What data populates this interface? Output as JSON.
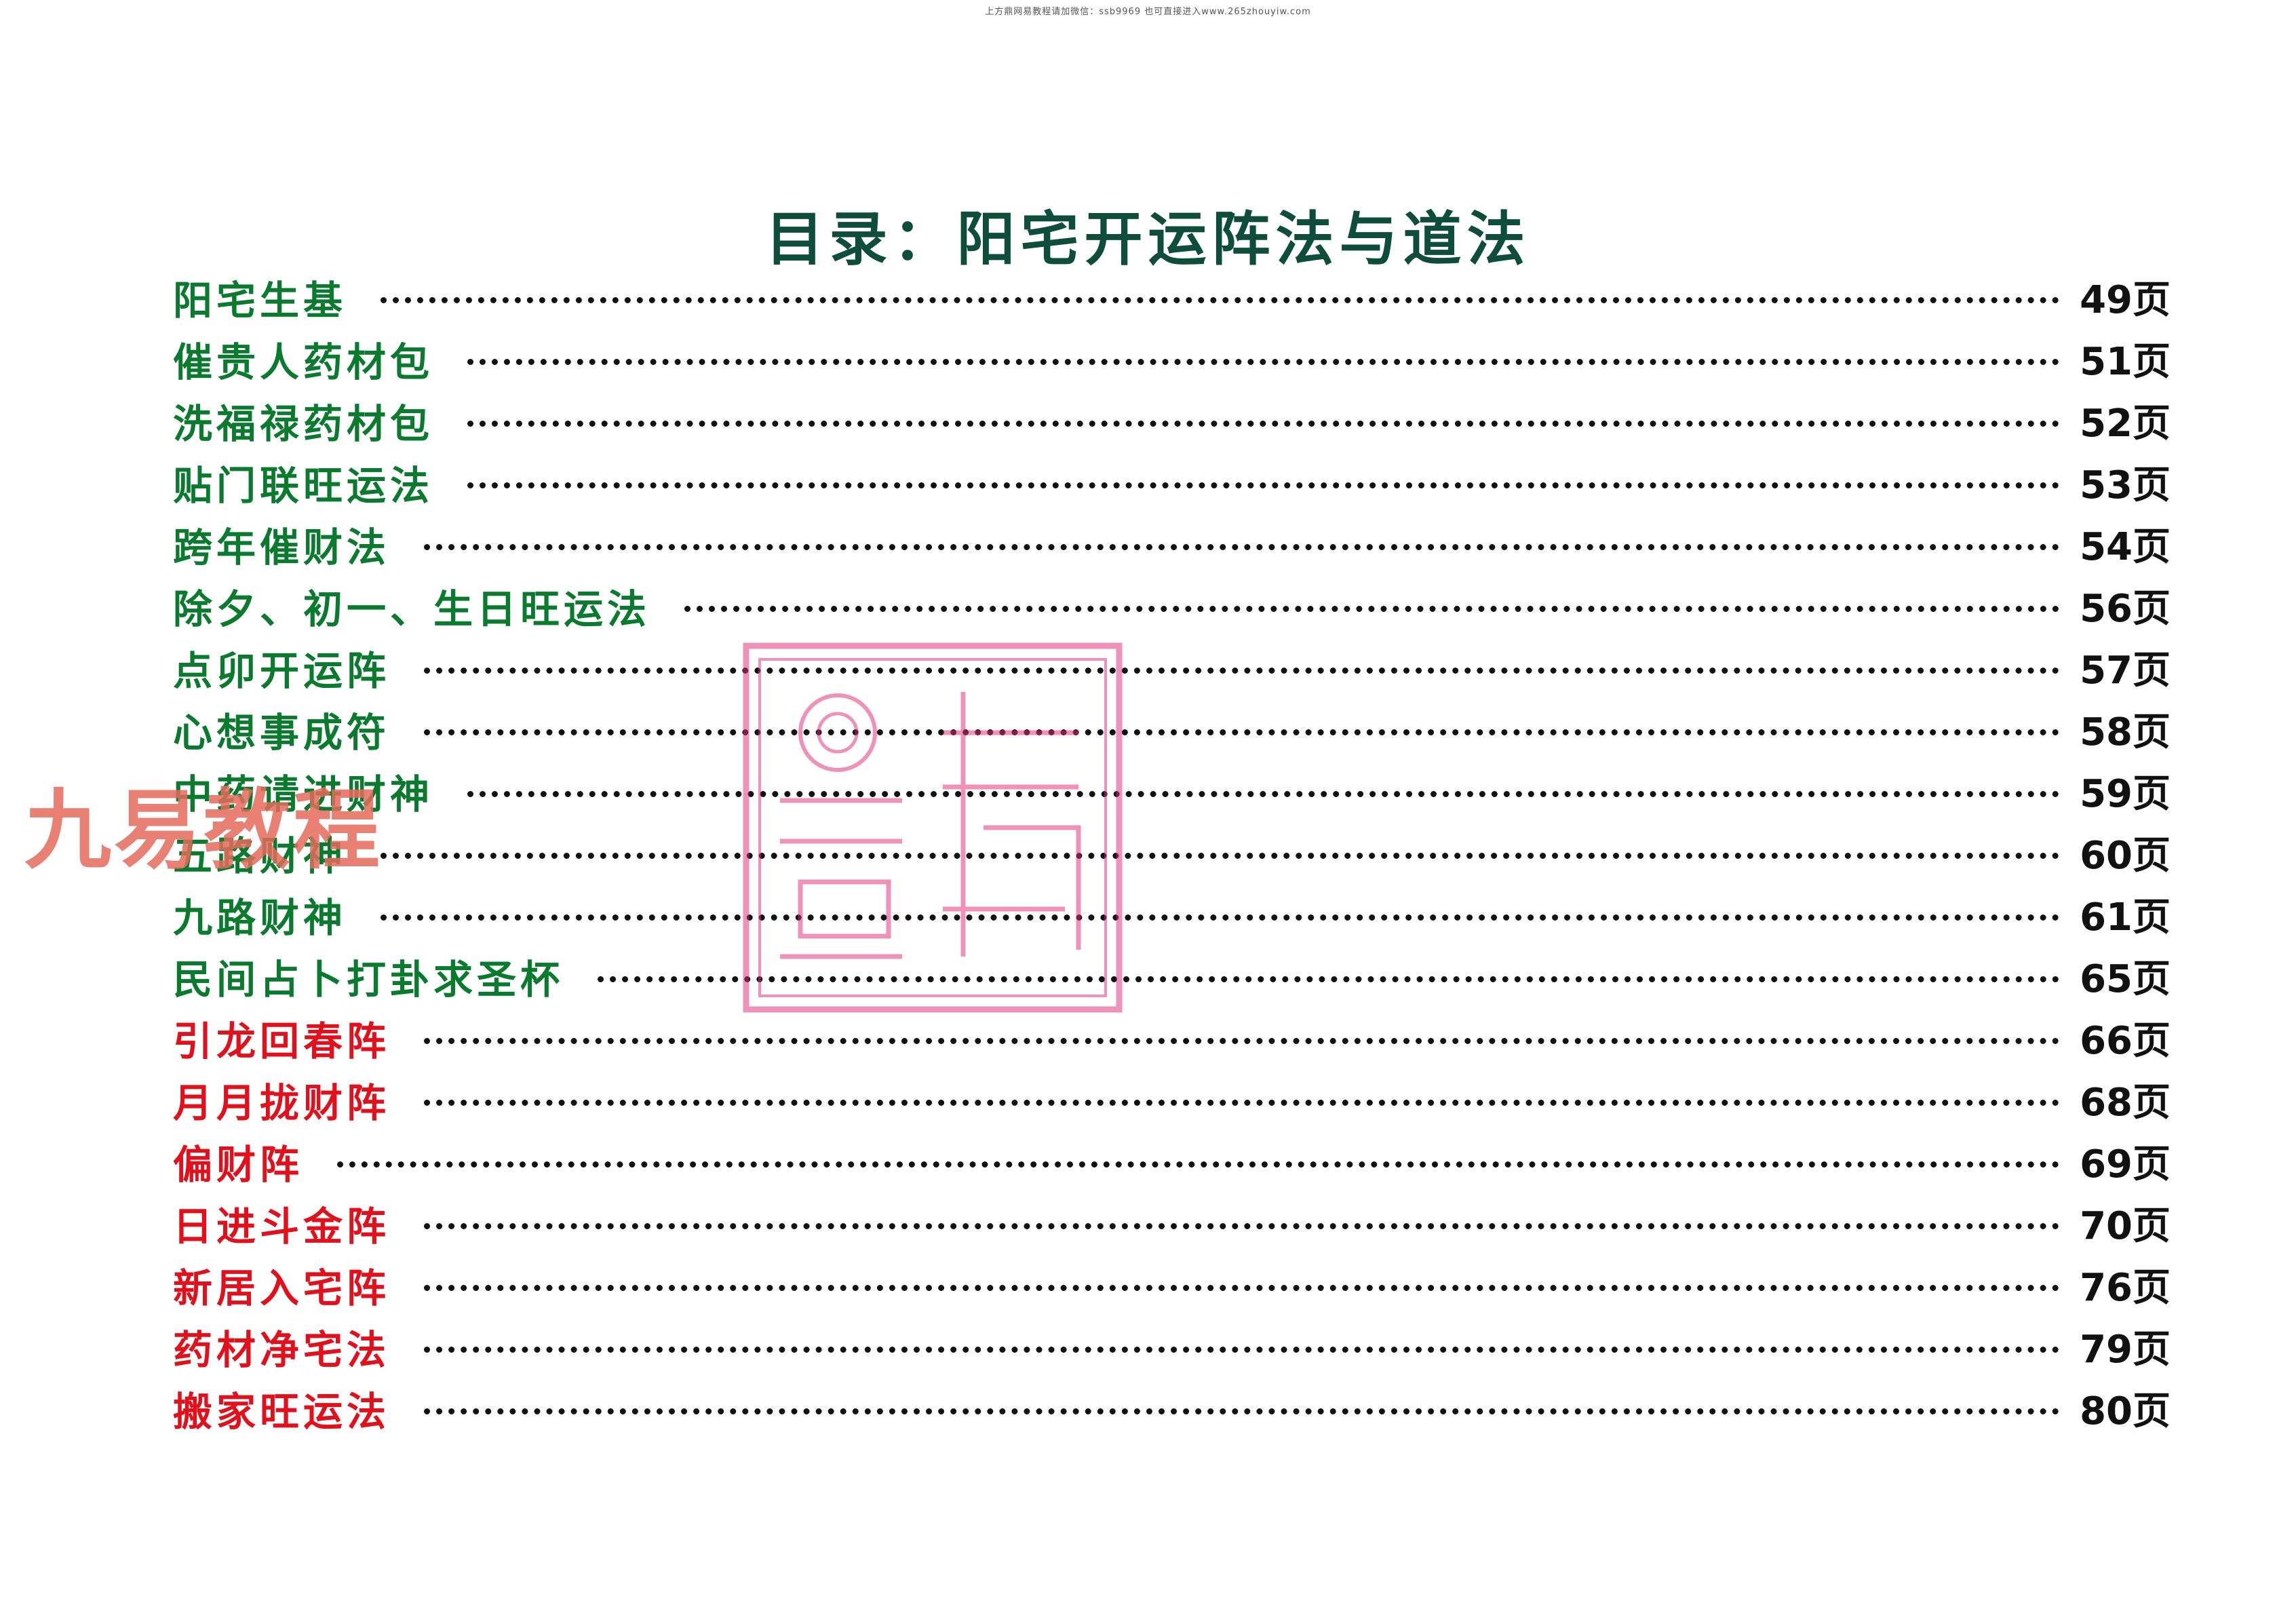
{
  "header_note": "上方鼎网易教程请加微信：ssb9969   也可直接进入www.265zhouyiw.com",
  "title": "目录：阳宅开运阵法与道法",
  "watermark": "九易教程",
  "colors": {
    "green": "#0a7a2e",
    "red": "#e0101c",
    "title": "#0e4d3a"
  },
  "toc": [
    {
      "label": "阳宅生基",
      "page": "49页",
      "color": "green"
    },
    {
      "label": "催贵人药材包",
      "page": "51页",
      "color": "green"
    },
    {
      "label": "洗福禄药材包",
      "page": "52页",
      "color": "green"
    },
    {
      "label": "贴门联旺运法",
      "page": "53页",
      "color": "green"
    },
    {
      "label": "跨年催财法",
      "page": "54页",
      "color": "green"
    },
    {
      "label": "除夕、初一、生日旺运法",
      "page": "56页",
      "color": "green"
    },
    {
      "label": "点卯开运阵",
      "page": "57页",
      "color": "green"
    },
    {
      "label": "心想事成符",
      "page": "58页",
      "color": "green"
    },
    {
      "label": "中药请进财神",
      "page": "59页",
      "color": "green"
    },
    {
      "label": "五路财神",
      "page": "60页",
      "color": "green"
    },
    {
      "label": "九路财神",
      "page": "61页",
      "color": "green"
    },
    {
      "label": "民间占卜打卦求圣杯",
      "page": "65页",
      "color": "green"
    },
    {
      "label": "引龙回春阵",
      "page": "66页",
      "color": "red"
    },
    {
      "label": "月月拢财阵",
      "page": "68页",
      "color": "red"
    },
    {
      "label": "偏财阵",
      "page": "69页",
      "color": "red"
    },
    {
      "label": "日进斗金阵",
      "page": "70页",
      "color": "red"
    },
    {
      "label": "新居入宅阵",
      "page": "76页",
      "color": "red"
    },
    {
      "label": "药材净宅法",
      "page": "79页",
      "color": "red"
    },
    {
      "label": "搬家旺运法",
      "page": "80页",
      "color": "red"
    }
  ]
}
